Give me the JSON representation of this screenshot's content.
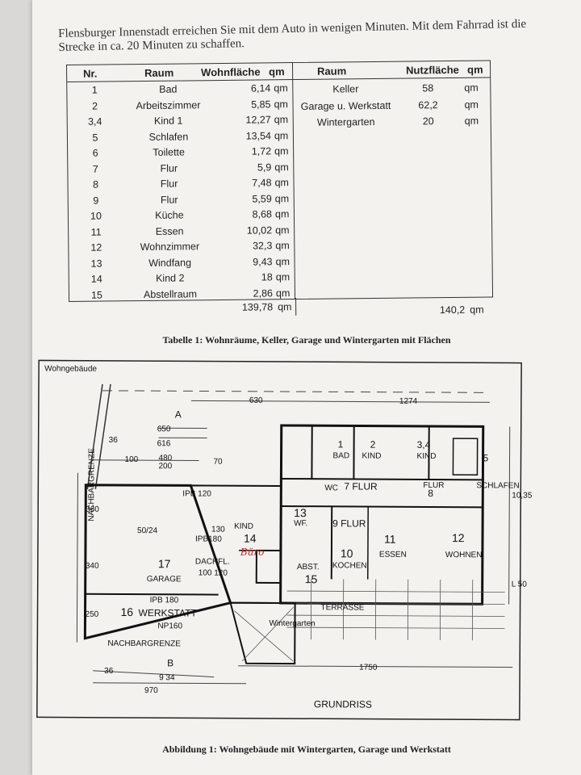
{
  "intro_text": "Flensburger Innenstadt erreichen Sie mit dem Auto in wenigen Minuten. Mit dem Fahrrad ist die Strecke in ca. 20 Minuten zu schaffen.",
  "table": {
    "left_headers": {
      "nr": "Nr.",
      "raum": "Raum",
      "flaeche": "Wohnfläche",
      "unit": "qm"
    },
    "right_headers": {
      "raum": "Raum",
      "flaeche": "Nutzfläche",
      "unit": "qm"
    },
    "left_rows": [
      {
        "nr": "1",
        "raum": "Bad",
        "value": "6,14",
        "unit": "qm"
      },
      {
        "nr": "2",
        "raum": "Arbeitszimmer",
        "value": "5,85",
        "unit": "qm"
      },
      {
        "nr": "3,4",
        "raum": "Kind 1",
        "value": "12,27",
        "unit": "qm"
      },
      {
        "nr": "5",
        "raum": "Schlafen",
        "value": "13,54",
        "unit": "qm"
      },
      {
        "nr": "6",
        "raum": "Toilette",
        "value": "1,72",
        "unit": "qm"
      },
      {
        "nr": "7",
        "raum": "Flur",
        "value": "5,9",
        "unit": "qm"
      },
      {
        "nr": "8",
        "raum": "Flur",
        "value": "7,48",
        "unit": "qm"
      },
      {
        "nr": "9",
        "raum": "Flur",
        "value": "5,59",
        "unit": "qm"
      },
      {
        "nr": "10",
        "raum": "Küche",
        "value": "8,68",
        "unit": "qm"
      },
      {
        "nr": "11",
        "raum": "Essen",
        "value": "10,02",
        "unit": "qm"
      },
      {
        "nr": "12",
        "raum": "Wohnzimmer",
        "value": "32,3",
        "unit": "qm"
      },
      {
        "nr": "13",
        "raum": "Windfang",
        "value": "9,43",
        "unit": "qm"
      },
      {
        "nr": "14",
        "raum": "Kind 2",
        "value": "18",
        "unit": "qm"
      },
      {
        "nr": "15",
        "raum": "Abstellraum",
        "value": "2,86",
        "unit": "qm"
      }
    ],
    "right_rows": [
      {
        "raum": "Keller",
        "value": "58",
        "unit": "qm"
      },
      {
        "raum": "Garage u. Werkstatt",
        "value": "62,2",
        "unit": "qm"
      },
      {
        "raum": "Wintergarten",
        "value": "20",
        "unit": "qm"
      }
    ],
    "left_total": "139,78",
    "left_total_unit": "qm",
    "right_total": "140,2",
    "right_total_unit": "qm"
  },
  "table_caption": "Tabelle 1: Wohnräume, Keller, Garage und Wintergarten mit Flächen",
  "plan": {
    "corner_label": "Wohngebäude",
    "labels": {
      "A": "A",
      "B": "B",
      "d630": "630",
      "d1274": "1274",
      "d650": "650",
      "d616": "616",
      "d36a": "36",
      "d480": "480",
      "d200": "200",
      "d100": "100",
      "d70": "70",
      "d360": "360",
      "d340": "340",
      "d250": "250",
      "d1035": "10,35",
      "d150": "L 50",
      "d36b": "36",
      "d934": "9 34",
      "d970": "970",
      "d1750": "1750",
      "ipb120": "IPB 120",
      "ipb180": "IPB180",
      "ipb180b": "IPB 180",
      "np160": "NP160",
      "dachfl": "DACHFL.",
      "dach_dim": "100\n120",
      "nachbar1": "NACHBARGRENZE",
      "nachbar2": "NACHBARGRENZE",
      "d5024": "50/24",
      "d130": "130",
      "r1": "1",
      "bad": "BAD",
      "r2": "2",
      "kind_small": "KIND",
      "r34": "3,4",
      "kind34": "KIND",
      "r5": "5",
      "schlafen": "SCHLAFEN",
      "wc": "WC",
      "r7": "7 FLUR",
      "r8flur": "FLUR",
      "r8": "8",
      "r13": "13",
      "wf": "WF.",
      "r9": "9 FLUR",
      "kind14": "KIND",
      "r14": "14",
      "buero": "Büro",
      "r11": "11",
      "essen": "ESSEN",
      "r12": "12",
      "wohnen": "WOHNEN",
      "r10": "10",
      "kochen": "KOCHEN",
      "abst": "ABST.",
      "r15": "15",
      "r17": "17",
      "garage": "GARAGE",
      "r16": "16",
      "werkstatt": "WERKSTATT",
      "terrasse": "TERRASSE",
      "wintergarten": "Wintergarten",
      "grundriss": "GRUNDRISS"
    }
  },
  "figure_caption": "Abbildung 1:  Wohngebäude mit Wintergarten, Garage und Werkstatt"
}
